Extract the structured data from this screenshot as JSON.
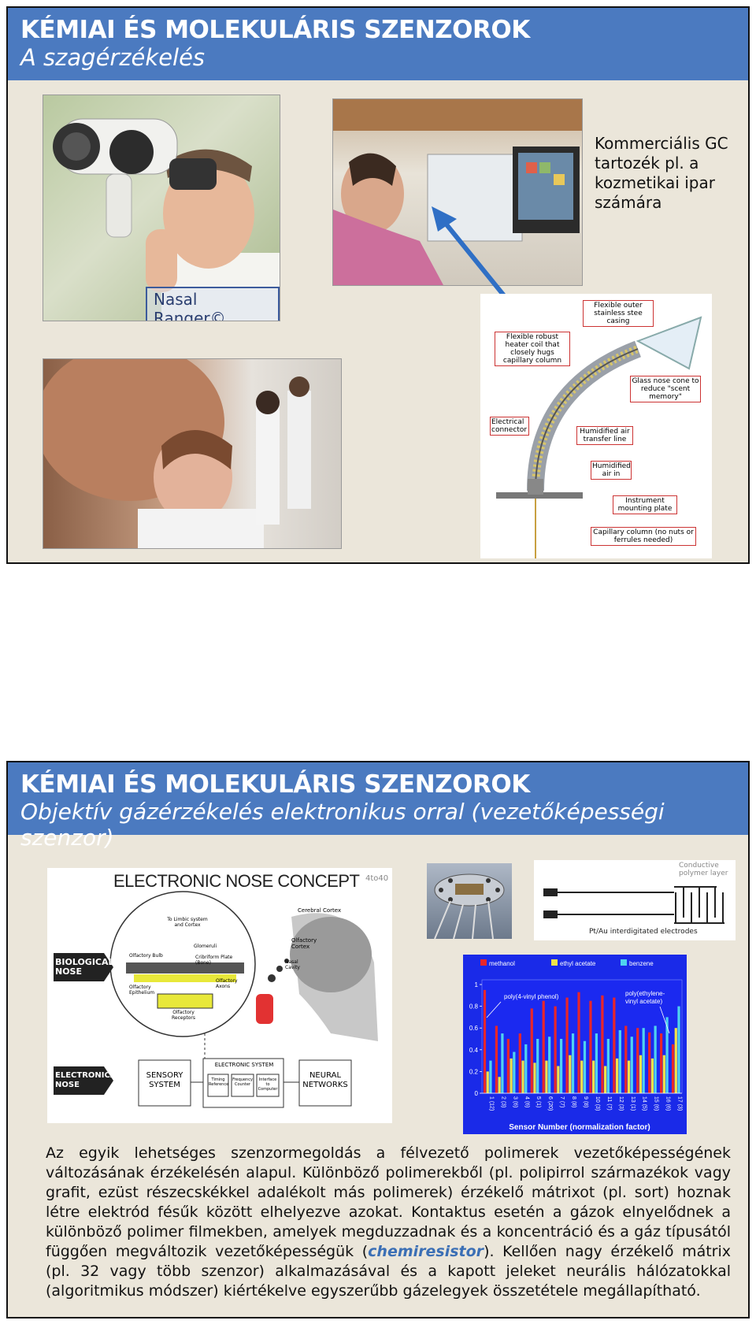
{
  "slide1": {
    "title": "KÉMIAI ÉS MOLEKULÁRIS SZENZOROK",
    "subtitle": "A szagérzékelés",
    "nasal_ranger_label": "Nasal Ranger©",
    "gc_caption": "Kommerciális GC tartozék pl. a kozmetikai ipar számára",
    "diagram_labels": {
      "flexible_outer": "Flexible outer stainless stee casing",
      "heater_coil": "Flexible robust heater coil that closely hugs capillary column",
      "glass_nose": "Glass nose cone to reduce \"scent memory\"",
      "electrical_connector": "Electrical connector",
      "humidified_air_transfer": "Humidified air transfer line",
      "humidified_air_in": "Humidified air in",
      "instrument_mounting": "Instrument mounting plate",
      "capillary_column": "Capillary column (no nuts or ferrules needed)"
    }
  },
  "slide2": {
    "title": "KÉMIAI ÉS MOLEKULÁRIS SZENZOROK",
    "subtitle": "Objektív gázérzékelés elektronikus orral (vezetőképességi szenzor)",
    "concept": {
      "title": "ELECTRONIC NOSE CONCEPT",
      "tag": "4to40",
      "biological_nose": "BIOLOGICAL NOSE",
      "electronical_nose": "ELECTRONICAL NOSE",
      "sensory_system": "SENSORY SYSTEM",
      "electronic_system": "ELECTRONIC SYSTEM",
      "neural_networks": "NEURAL NETWORKS",
      "es_boxes": [
        "Timing Reference",
        "Frequency Counter",
        "Interface to Computer"
      ],
      "cerebral_cortex": "Cerebral Cortex",
      "olfactory_cortex": "Olfactory Cortex",
      "nasal_cavity": "Nasal Cavity",
      "to_limbic": "To Limbic system and Cortex",
      "glomeruli": "Glomeruli",
      "olfactory_bulb": "Olfactory Bulb",
      "cribriform": "Cribriform Plate (Bone)",
      "olfactory_epithelium": "Olfactory Epithelium",
      "olfactory_axons": "Olfactory Axons",
      "olfactory_receptors": "Olfactory Receptors"
    },
    "electrodes": {
      "conductive_layer": "Conductive polymer layer",
      "interdigitated": "Pt/Au interdigitated electrodes"
    },
    "paragraph_before": "Az egyik lehetséges szenzormegoldás a félvezető polimerek vezetőképességének változásának érzékelésén alapul. Különböző polimerekből (pl. polipirrol származékok vagy grafit, ezüst részecskékkel adalékolt más polimerek) érzékelő mátrixot (pl. sort) hoznak létre elektród fésűk között elhelyezve azokat. Kontaktus esetén a gázok elnyelődnek a különböző polimer filmekben, amelyek megduzzadnak és a koncentráció és a gáz típusától függően megváltozik vezetőképességük (",
    "paragraph_highlight": "chemiresistor",
    "paragraph_after": "). Kellően nagy érzékelő mátrix (pl. 32 vagy több szenzor) alkalmazásával és a kapott jeleket neurális hálózatokkal (algoritmikus módszer) kiértékelve egyszerűbb gázelegyek összetétele megállapítható."
  },
  "chart_data": {
    "type": "bar",
    "xlabel": "Sensor Number (normalization factor)",
    "ylim": [
      0,
      1
    ],
    "yticks": [
      "0",
      "0.2",
      "0.4",
      "0.6",
      "0.8",
      "1"
    ],
    "categories": [
      "1 (12)",
      "2 (3)",
      "3 (6)",
      "4 (6)",
      "5 (1)",
      "6 (20)",
      "7 (7)",
      "8 (8)",
      "9 (8)",
      "10 (3)",
      "11 (7)",
      "12 (3)",
      "13 (1)",
      "14 (5)",
      "15 (6)",
      "16 (6)",
      "17 (3)"
    ],
    "series": [
      {
        "name": "methanol",
        "color": "#e8262a",
        "values": [
          0.95,
          0.62,
          0.5,
          0.55,
          0.78,
          0.85,
          0.8,
          0.88,
          0.93,
          0.85,
          0.9,
          0.88,
          0.62,
          0.6,
          0.56,
          0.55,
          0.45
        ]
      },
      {
        "name": "ethyl acetate",
        "color": "#f0e34a",
        "values": [
          0.2,
          0.15,
          0.32,
          0.3,
          0.28,
          0.3,
          0.25,
          0.35,
          0.3,
          0.3,
          0.25,
          0.32,
          0.3,
          0.35,
          0.32,
          0.35,
          0.6
        ]
      },
      {
        "name": "benzene",
        "color": "#4fd3ef",
        "values": [
          0.3,
          0.55,
          0.38,
          0.45,
          0.5,
          0.52,
          0.5,
          0.55,
          0.48,
          0.55,
          0.5,
          0.58,
          0.52,
          0.6,
          0.62,
          0.7,
          0.8
        ]
      }
    ],
    "annotations": [
      "poly(4-vinyl phenol)",
      "poly(ethylene-vinyl acetate)"
    ]
  }
}
